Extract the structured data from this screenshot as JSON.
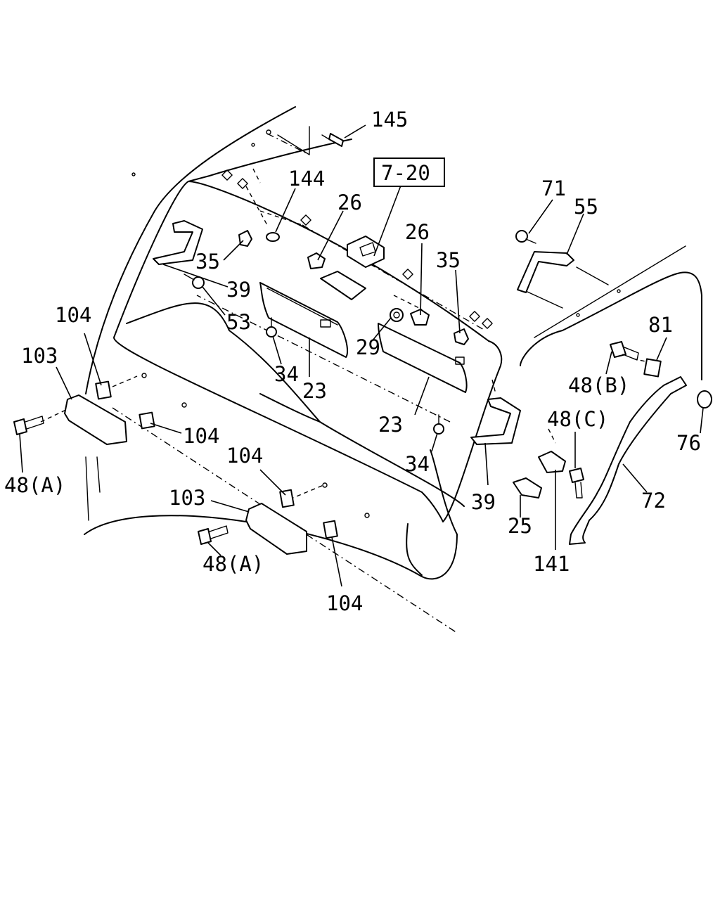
{
  "callouts": [
    {
      "id": "c145",
      "text": "145"
    },
    {
      "id": "c144",
      "text": "144"
    },
    {
      "id": "c7-20",
      "text": "7-20"
    },
    {
      "id": "c26a",
      "text": "26"
    },
    {
      "id": "c26b",
      "text": "26"
    },
    {
      "id": "c71",
      "text": "71"
    },
    {
      "id": "c55",
      "text": "55"
    },
    {
      "id": "c35a",
      "text": "35"
    },
    {
      "id": "c35b",
      "text": "35"
    },
    {
      "id": "c39a",
      "text": "39"
    },
    {
      "id": "c39b",
      "text": "39"
    },
    {
      "id": "c53",
      "text": "53"
    },
    {
      "id": "c104a",
      "text": "104"
    },
    {
      "id": "c104b",
      "text": "104"
    },
    {
      "id": "c104c",
      "text": "104"
    },
    {
      "id": "c104d",
      "text": "104"
    },
    {
      "id": "c103a",
      "text": "103"
    },
    {
      "id": "c103b",
      "text": "103"
    },
    {
      "id": "c29",
      "text": "29"
    },
    {
      "id": "c34a",
      "text": "34"
    },
    {
      "id": "c34b",
      "text": "34"
    },
    {
      "id": "c23a",
      "text": "23"
    },
    {
      "id": "c23b",
      "text": "23"
    },
    {
      "id": "c81",
      "text": "81"
    },
    {
      "id": "c48b",
      "text": "48(B)"
    },
    {
      "id": "c48c",
      "text": "48(C)"
    },
    {
      "id": "c76",
      "text": "76"
    },
    {
      "id": "c72",
      "text": "72"
    },
    {
      "id": "c48a1",
      "text": "48(A)"
    },
    {
      "id": "c48a2",
      "text": "48(A)"
    },
    {
      "id": "c25",
      "text": "25"
    },
    {
      "id": "c141",
      "text": "141"
    }
  ]
}
